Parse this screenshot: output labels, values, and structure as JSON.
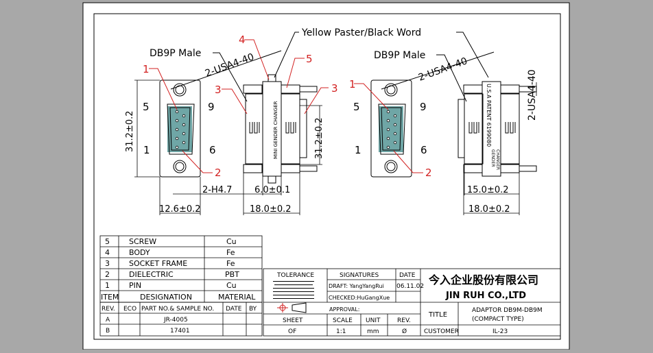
{
  "callouts": {
    "n1": "1",
    "n2": "2",
    "n3": "3",
    "n4": "4",
    "n5": "5",
    "word": "Yellow Paster/Black Word",
    "male": "DB9P Male",
    "usa": "2-USA4-40"
  },
  "dims": {
    "h31": "31.2±0.2",
    "h4": "2-H4.7",
    "w126": "12.6±0.2",
    "w60": "6.0±0.1",
    "w180": "18.0±0.2",
    "w150": "15.0±0.2"
  },
  "pins": {
    "p5": "5",
    "p9": "9",
    "p1": "1",
    "p6": "6"
  },
  "body_text": {
    "mini": "MINI GENDER CHANGER",
    "patent": "U.S.A PATENT 6199080",
    "gender": "GENDER",
    "changer": "CHANGER"
  },
  "bom": {
    "rows": [
      {
        "item": "5",
        "desig": "SCREW",
        "mat": "Cu"
      },
      {
        "item": "4",
        "desig": "BODY",
        "mat": "Fe"
      },
      {
        "item": "3",
        "desig": "SOCKET FRAME",
        "mat": "Fe"
      },
      {
        "item": "2",
        "desig": "DIELECTRIC",
        "mat": "PBT"
      },
      {
        "item": "1",
        "desig": "PIN",
        "mat": "Cu"
      }
    ],
    "h_item": "ITEM",
    "h_desig": "DESIGNATION",
    "h_mat": "MATERIAL"
  },
  "rev": {
    "h_rev": "REV.",
    "h_eco": "ECO",
    "h_part": "PART NO.& SAMPLE NO.",
    "h_date": "DATE",
    "h_by": "BY",
    "rows": [
      {
        "rev": "A",
        "part": "JR-4005"
      },
      {
        "rev": "B",
        "part": "17401"
      }
    ]
  },
  "title": {
    "tolerance": "TOLERANCE",
    "signatures": "SIGNATURES",
    "date": "DATE",
    "draft": "DRAFT: YangYangRui",
    "date_val": "06.11.02",
    "checked": "CHECKED:HuGangXue",
    "approval": "APPROVAL:",
    "company_cn": "今入企业股份有限公司",
    "company_en": "JIN  RUH  CO.,LTD",
    "sheet": "SHEET",
    "sheet_val": "OF",
    "scale": "SCALE",
    "scale_val": "1:1",
    "unit": "UNIT",
    "unit_val": "mm",
    "rev": "REV.",
    "rev_val": "Ø",
    "title_lbl": "TITLE",
    "title_val1": "ADAPTOR  DB9M-DB9M",
    "title_val2": "(COMPACT  TYPE)",
    "customer": "CUSTOMER",
    "customer_val": "IL-23"
  },
  "colors": {
    "frame": "#000000",
    "callout": "#d22020",
    "connector": "#6fa6a6",
    "sheet": "#ffffff",
    "page": "#a8a8a8"
  }
}
